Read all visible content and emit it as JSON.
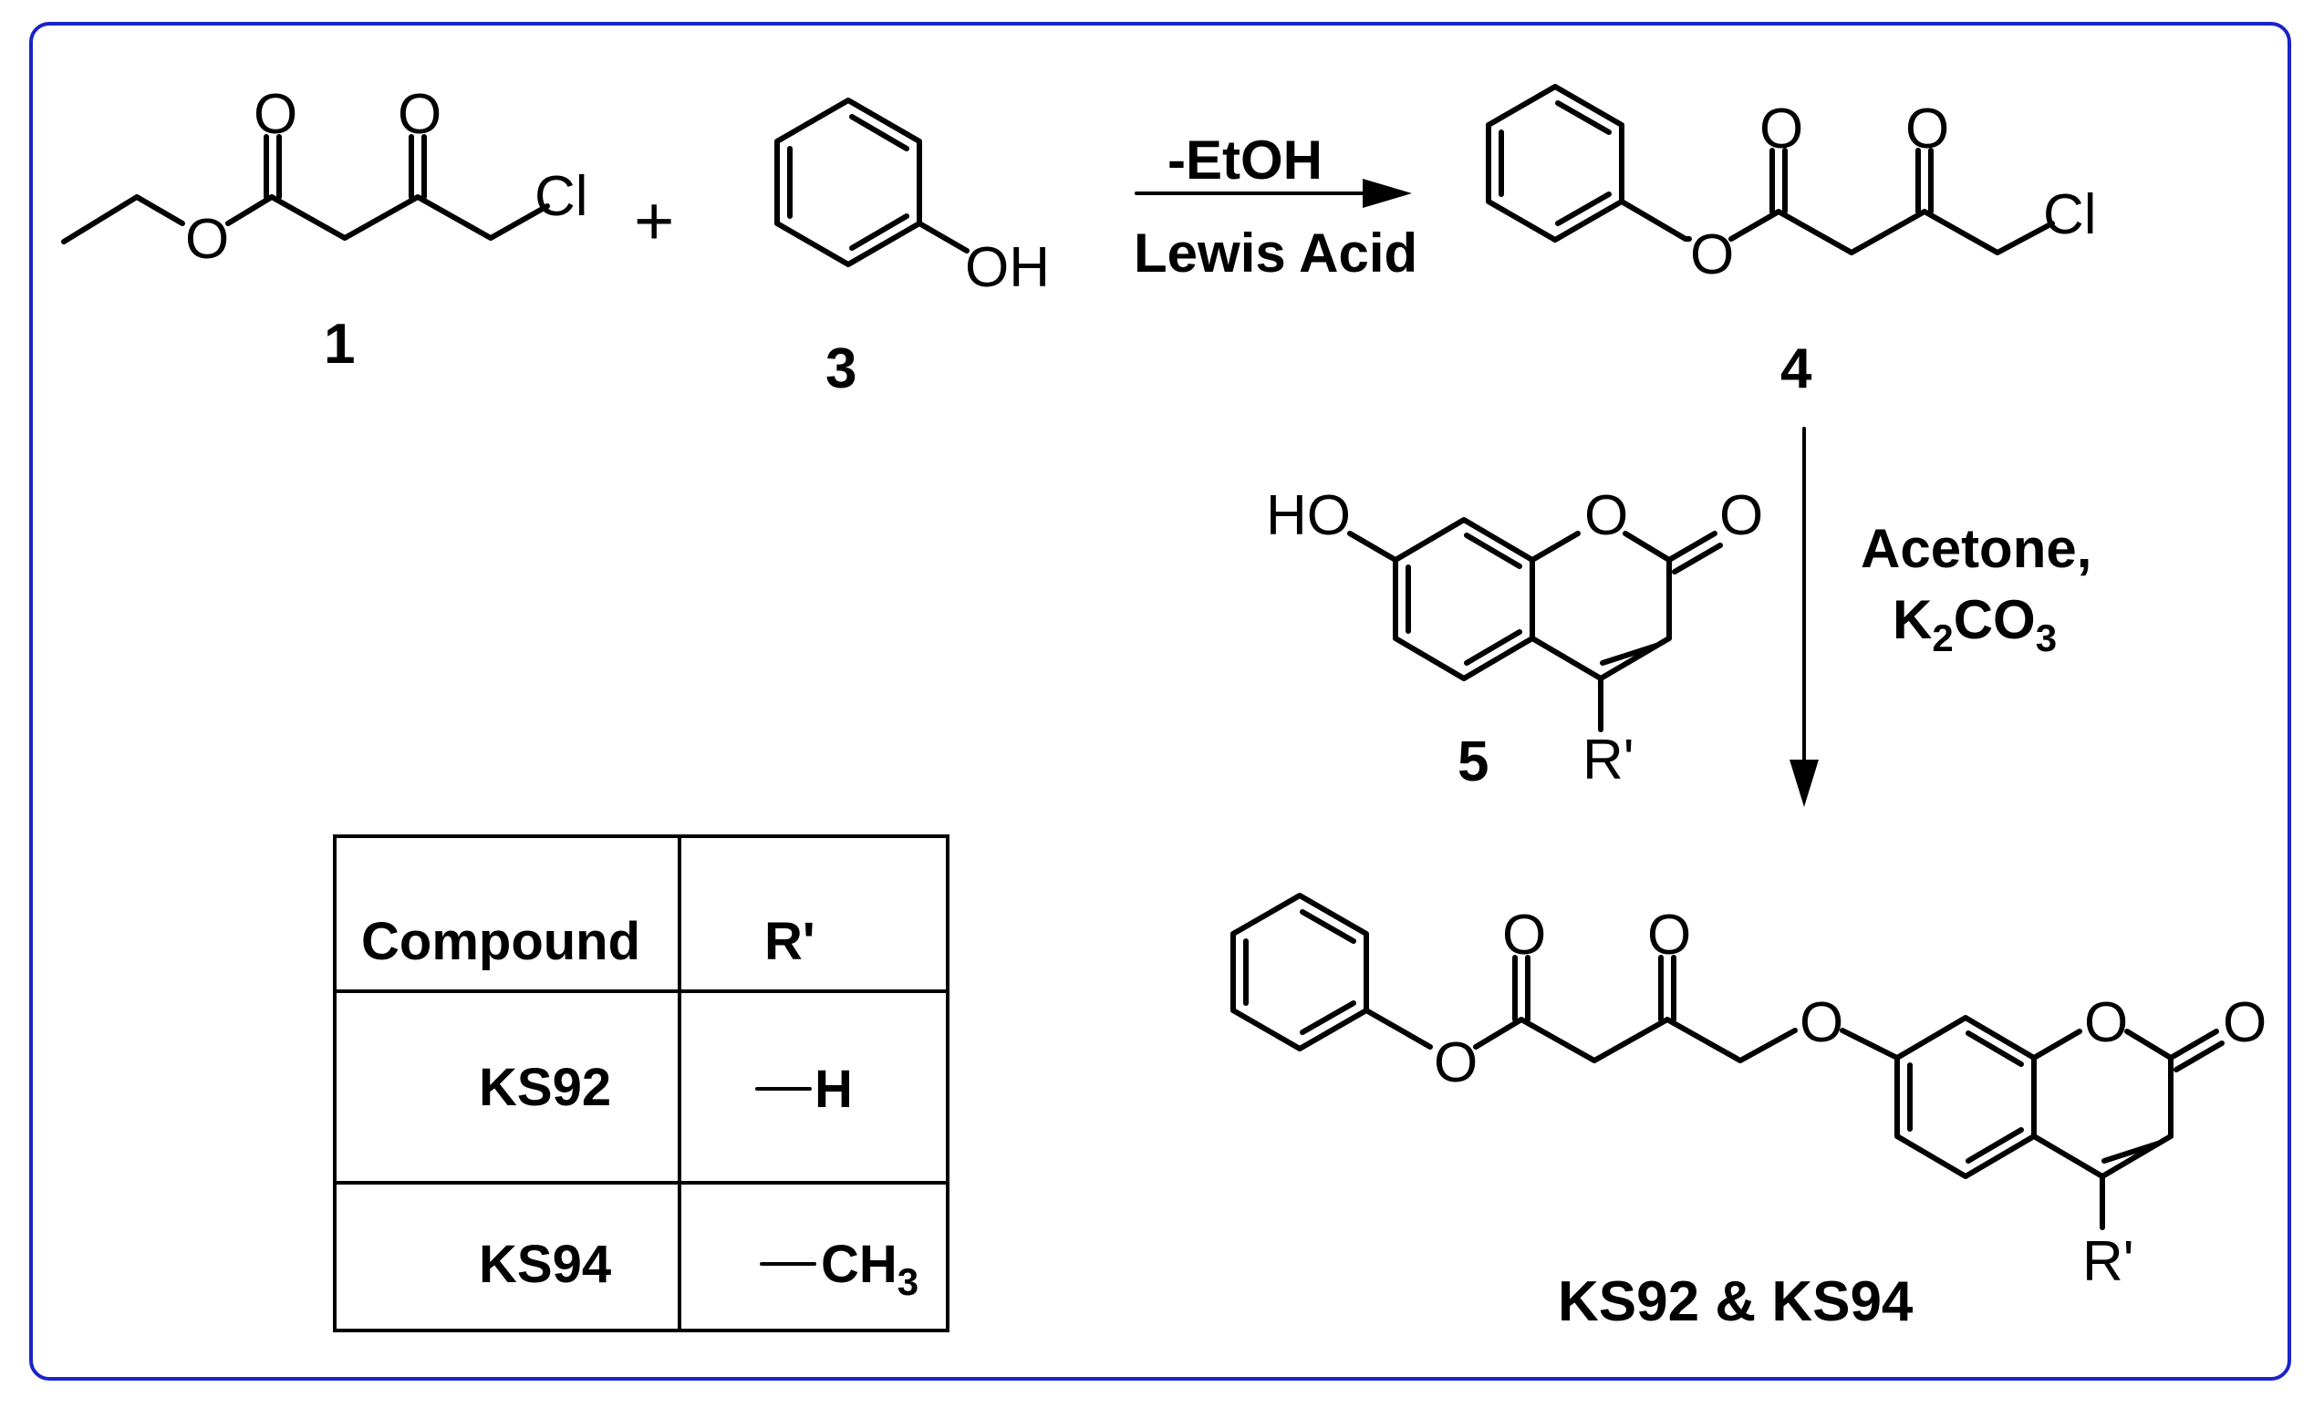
{
  "compounds": {
    "c1_label": "1",
    "c3_label": "3",
    "c4_label": "4",
    "c5_label": "5",
    "product_label": "KS92 & KS94"
  },
  "plus_sign": "+",
  "atoms": {
    "oxygen": "O",
    "chlorine": "Cl",
    "hydroxyl": "OH",
    "hydroxyl_left": "HO",
    "r_prime": "R'"
  },
  "step1": {
    "above": "-EtOH",
    "below": "Lewis Acid"
  },
  "step2": {
    "line1": "Acetone,",
    "line2_k": "K",
    "line2_sub1": "2",
    "line2_co": "CO",
    "line2_sub2": "3"
  },
  "table": {
    "headers": [
      "Compound",
      "R'"
    ],
    "rows": [
      {
        "compound": "KS92",
        "r": "H"
      },
      {
        "compound": "KS94",
        "r_main": "CH",
        "r_sub": "3"
      }
    ]
  }
}
